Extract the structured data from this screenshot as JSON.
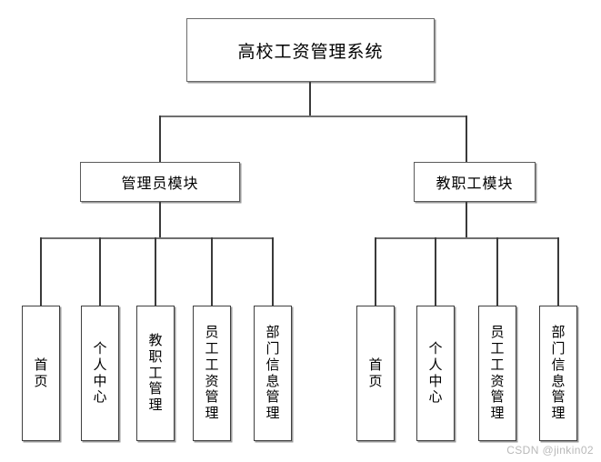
{
  "diagram": {
    "type": "tree",
    "title": "高校工资管理系统",
    "root": {
      "label": "高校工资管理系统"
    },
    "modules": [
      {
        "label": "管理员模块"
      },
      {
        "label": "教职工模块"
      }
    ],
    "admin_leaves": [
      {
        "label": "首页"
      },
      {
        "label": "个人中心"
      },
      {
        "label": "教职工管理"
      },
      {
        "label": "员工工资管理"
      },
      {
        "label": "部门信息管理"
      }
    ],
    "staff_leaves": [
      {
        "label": "首页"
      },
      {
        "label": "个人中心"
      },
      {
        "label": "员工工资管理"
      },
      {
        "label": "部门信息管理"
      }
    ]
  },
  "watermark": {
    "text": "CSDN @jinkin02"
  },
  "colors": {
    "background": "#ffffff",
    "box_border": "#555555",
    "box_shadow": "#9a9a9a",
    "connector": "#3a3a3a",
    "connector_soft": "#6f6f6f",
    "text": "#000000",
    "watermark": "#b9b9b9"
  }
}
